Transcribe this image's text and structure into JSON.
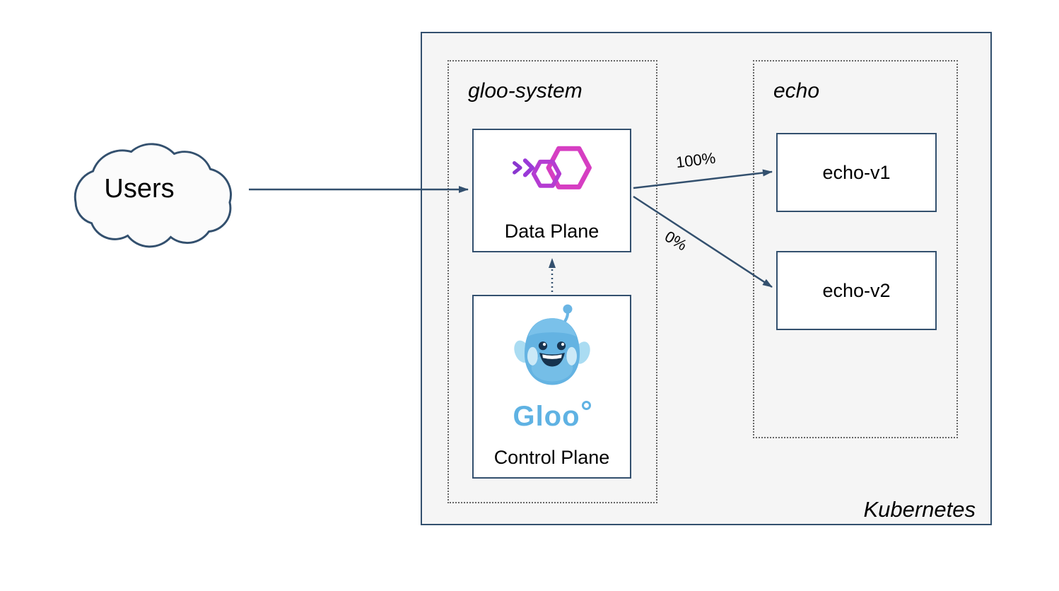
{
  "cloud": {
    "label": "Users"
  },
  "cluster": {
    "label": "Kubernetes"
  },
  "namespaces": {
    "gloo_system": {
      "label": "gloo-system"
    },
    "echo": {
      "label": "echo"
    }
  },
  "nodes": {
    "data_plane": {
      "label": "Data Plane",
      "icon": "gloo-gateway-icon"
    },
    "control_plane": {
      "label": "Control Plane",
      "logo_text": "Gloo",
      "icon": "gloo-mascot-icon"
    },
    "echo_v1": {
      "label": "echo-v1"
    },
    "echo_v2": {
      "label": "echo-v2"
    }
  },
  "edges": {
    "users_to_data_plane": {
      "type": "solid",
      "label": ""
    },
    "data_plane_to_echo_v1": {
      "type": "solid",
      "label": "100%"
    },
    "data_plane_to_echo_v2": {
      "type": "solid",
      "label": "0%"
    },
    "control_plane_to_data_plane": {
      "type": "dotted",
      "label": ""
    }
  },
  "colors": {
    "stroke": "#33506e",
    "cluster_fill": "#f5f5f5",
    "node_fill": "#ffffff",
    "dotted_border": "#666666",
    "gloo_pink": "#d63ec2",
    "gloo_purple": "#9a39d8",
    "gloo_blue": "#5fb2e3",
    "text": "#000000"
  }
}
